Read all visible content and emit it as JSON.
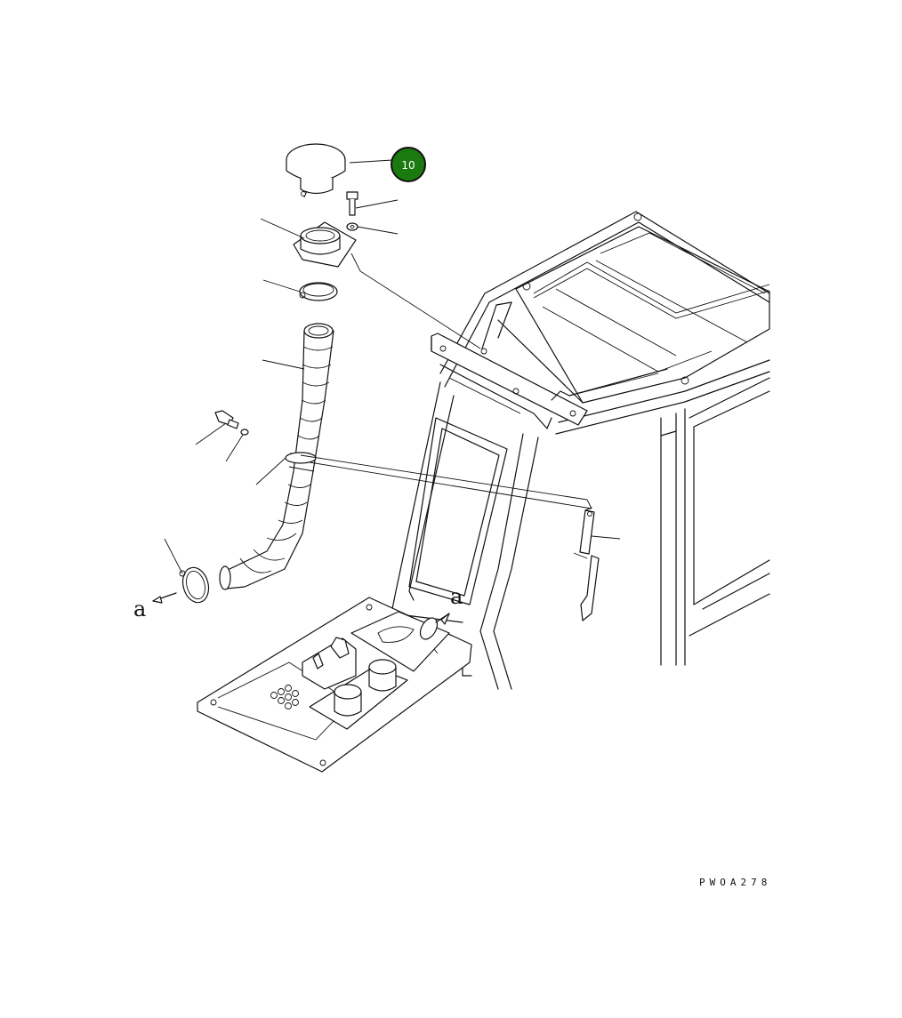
{
  "diagram": {
    "callout": {
      "number": "10",
      "color": "#1a7a10"
    },
    "view_label_left": "a",
    "view_label_right": "a",
    "drawing_code": "PWOA278"
  }
}
